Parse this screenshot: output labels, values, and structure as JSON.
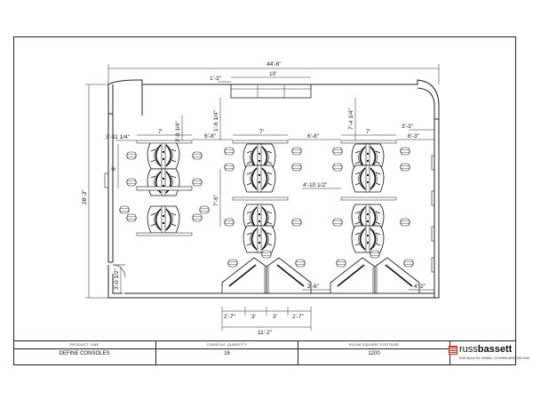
{
  "dimensions": {
    "overall_width": "44'-6\"",
    "overall_height": "28'-3\"",
    "window_width": "10'",
    "window_offset": "1'-3\"",
    "wall_depth": "1'-6 1/4\"",
    "left_block_width": "7'",
    "left_gap": "3'-8 1/4\"",
    "left_edge": "3'-11 1/4\"",
    "left_row_height": "6'",
    "left_to_middle": "6'-8\"",
    "middle_width": "7'",
    "middle_to_right": "6'-8\"",
    "right_width": "7'",
    "right_top": "7'-4 1/4\"",
    "right_edge": "6'-3\"",
    "right_corner": "3'-3\"",
    "middle_vertical": "7'-6\"",
    "aisle": "4'-10 1/2\"",
    "door": "3'-0 1/2\"",
    "bottom_a": "2'-6\"",
    "bottom_b": "4'-2\"",
    "base_a": "2'-7\"",
    "base_b": "3'",
    "base_c": "3'",
    "base_d": "2'-7\"",
    "base_total": "11'-2\""
  },
  "title_block": {
    "product_line_label": "PRODUCT LINE",
    "product_line_value": "DEFINE CONSOLES",
    "console_qty_label": "CONSOLE QUANTITY",
    "console_qty_value": "16",
    "footage_label": "ROOM SQUARE FOOTAGE",
    "footage_value": "1200"
  },
  "logo": {
    "word_light": "russ",
    "word_bold": "bassett",
    "address": "8189 Byron Rd. Whittier, CA 90606 (800) 350-2445",
    "brand_color": "#d42a1c"
  }
}
